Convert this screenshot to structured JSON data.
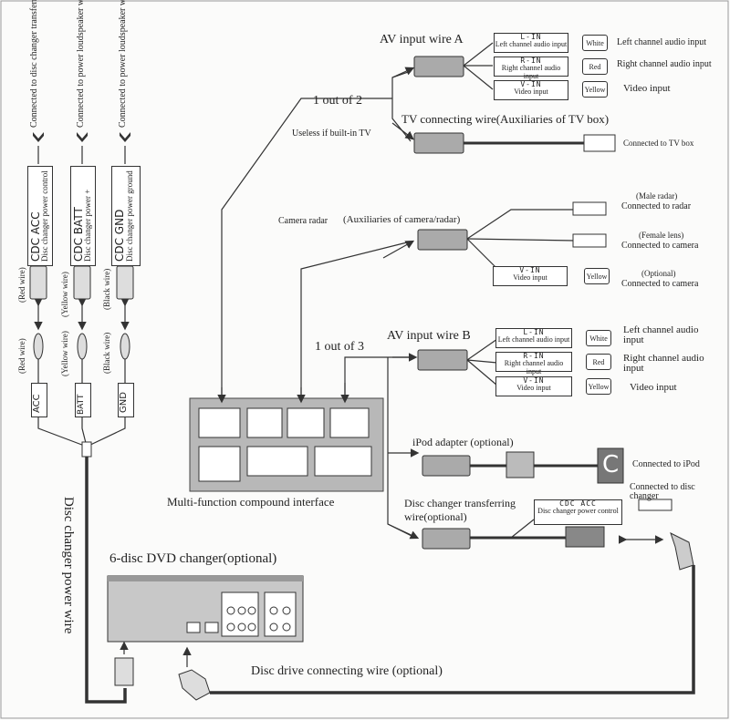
{
  "left": {
    "top_labels": [
      "Connected to disc changer transferring wire",
      "Connected to power loudspeaker wire",
      "Connected to power loudspeaker wire"
    ],
    "boxes": [
      {
        "code": "CDC ACC",
        "desc": "Disc changer power control"
      },
      {
        "code": "CDC BATT",
        "desc": "Disc changer power +"
      },
      {
        "code": "CDC GND",
        "desc": "Disc changer power ground"
      }
    ],
    "wire_colors_upper": [
      "(Red wire)",
      "(Yellow wire)",
      "(Black wire)"
    ],
    "wire_colors_lower": [
      "(Red wire)",
      "(Yellow wire)",
      "(Black wire)"
    ],
    "terminals": [
      "ACC",
      "BATT",
      "GND"
    ],
    "power_wire_label": "Disc changer power wire"
  },
  "av_a": {
    "title": "AV input wire A",
    "rows": [
      {
        "code": "L-IN",
        "desc": "Left channel audio input",
        "plug": "White",
        "right": "Left channel audio input"
      },
      {
        "code": "R-IN",
        "desc": "Right channel audio input",
        "plug": "Red",
        "right": "Right channel audio input"
      },
      {
        "code": "V-IN",
        "desc": "Video input",
        "plug": "Yellow",
        "right": "Video input"
      }
    ]
  },
  "one_of_two": "1 out of 2",
  "useless_label": "Useless if built-in TV",
  "tv": {
    "title": "TV connecting wire(Auxiliaries of TV box)",
    "right": "Connected to TV box"
  },
  "camera": {
    "left_label": "Camera radar",
    "title": "(Auxiliaries of camera/radar)",
    "male": "(Male radar)",
    "to_radar": "Connected to radar",
    "female": "(Female lens)",
    "to_camera": "Connected to camera",
    "optional": "(Optional)",
    "to_camera2": "Connected to camera",
    "vin_code": "V-IN",
    "vin_desc": "Video input",
    "plug": "Yellow"
  },
  "one_of_three": "1 out of 3",
  "av_b": {
    "title": "AV input wire B",
    "rows": [
      {
        "code": "L-IN",
        "desc": "Left channel audio input",
        "plug": "White",
        "right": "Left channel audio input"
      },
      {
        "code": "R-IN",
        "desc": "Right channel audio input",
        "plug": "Red",
        "right": "Right channel audio input"
      },
      {
        "code": "V-IN",
        "desc": "Video input",
        "plug": "Yellow",
        "right": "Video input"
      }
    ]
  },
  "ipod": {
    "title": "iPod adapter (optional)",
    "right": "Connected to iPod",
    "c_glyph": "C"
  },
  "interface_label": "Multi-function compound interface",
  "disc_changer": {
    "title": "Disc changer transferring wire(optional)",
    "box_code": "CDC ACC",
    "box_desc": "Disc changer power control",
    "right": "Connected to disc changer"
  },
  "dvd_changer": "6-disc DVD changer(optional)",
  "drive_wire": "Disc drive connecting wire (optional)"
}
